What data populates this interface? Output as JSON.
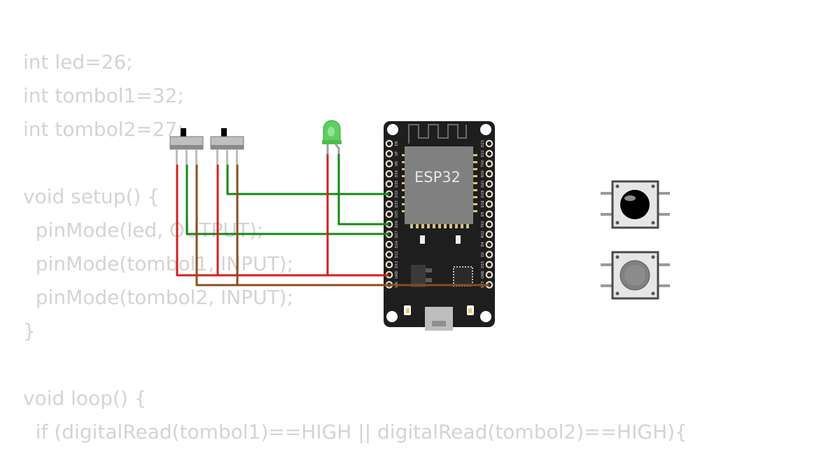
{
  "code": {
    "lines": [
      "int led=26;",
      "int tombol1=32;",
      "int tombol2=27;",
      "",
      "void setup() {",
      "  pinMode(led, OUTPUT);",
      "  pinMode(tombol1, INPUT);",
      "  pinMode(tombol2, INPUT);",
      "}",
      "",
      "void loop() {",
      "  if (digitalRead(tombol1)==HIGH || digitalRead(tombol2)==HIGH){"
    ]
  },
  "board": {
    "name": "ESP32",
    "left_pins": [
      "EN",
      "VP",
      "VN",
      "D34",
      "D35",
      "D32",
      "D33",
      "D25",
      "D26",
      "D27",
      "D14",
      "D12",
      "D13",
      "GND",
      "VIN"
    ],
    "right_pins": [
      "D23",
      "D22",
      "TX0",
      "RX0",
      "D21",
      "D19",
      "D18",
      "D5",
      "TX2",
      "RX2",
      "D4",
      "D2",
      "D15",
      "GND",
      "3V3"
    ]
  },
  "components": {
    "led_color": "#5fcf5f",
    "pushbutton_1_cap_color": "#000000",
    "pushbutton_2_cap_color": "#808080"
  },
  "colors": {
    "wire_red": "#d41f1f",
    "wire_green": "#138a13",
    "wire_brown": "#8b4d1c",
    "board": "#1e1e1e",
    "chip": "#808080",
    "code_text": "#d4d4d4"
  }
}
